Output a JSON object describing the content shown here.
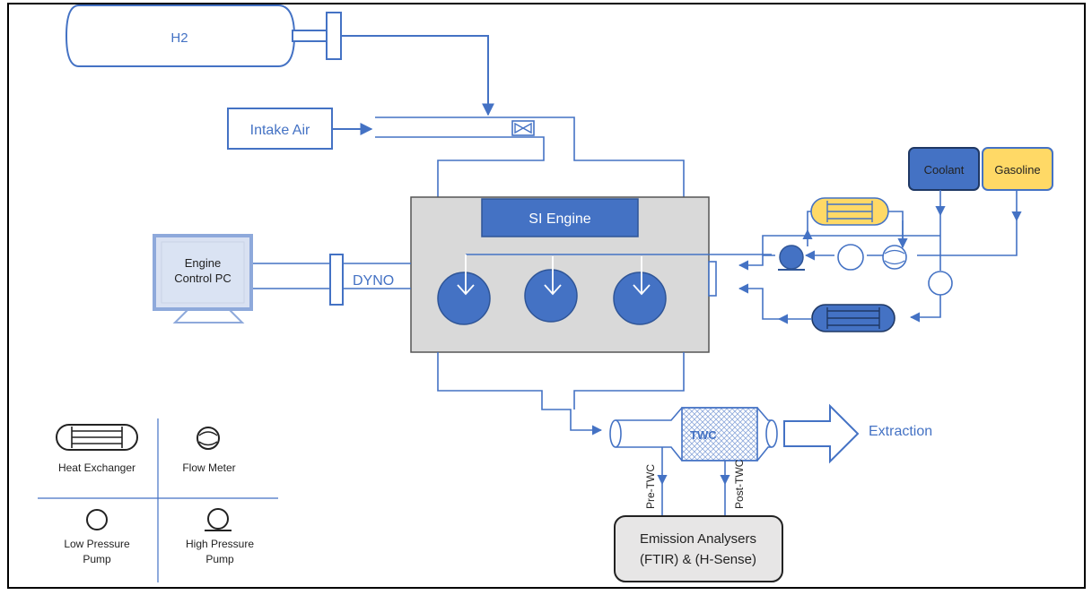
{
  "diagram": {
    "h2_tank": "H2",
    "intake_air": "Intake Air",
    "engine": "SI Engine",
    "dyno": "DYNO",
    "control_pc_line1": "Engine",
    "control_pc_line2": "Control PC",
    "coolant": "Coolant",
    "gasoline": "Gasoline",
    "catalyst": "TWC",
    "extraction": "Extraction",
    "pre_twc": "Pre-TWC",
    "post_twc": "Post-TWC",
    "analysers_line1": "Emission Analysers",
    "analysers_line2": "(FTIR) & (H-Sense)"
  },
  "legend": {
    "heat_exchanger": "Heat Exchanger",
    "flow_meter": "Flow Meter",
    "low_pressure_line1": "Low Pressure",
    "low_pressure_line2": "Pump",
    "high_pressure_line1": "High Pressure",
    "high_pressure_line2": "Pump"
  },
  "colors": {
    "line_blue": "#4472c4",
    "engine_block": "#d9d9d9",
    "pump_fill": "#4472c4",
    "coolant_fill": "#4472c4",
    "gasoline_fill": "#ffd966",
    "analyser_fill": "#e7e6e6"
  }
}
